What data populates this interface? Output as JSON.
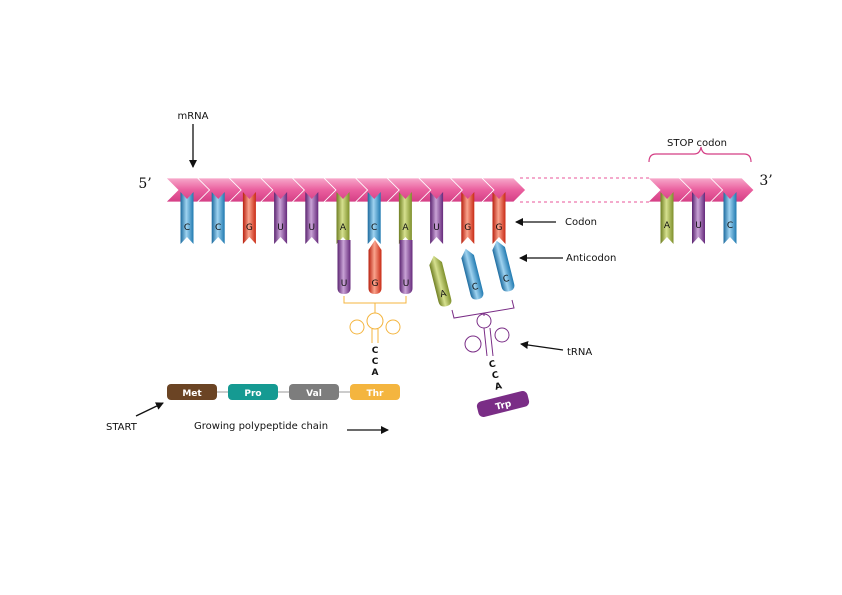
{
  "labels": {
    "mrna": "mRNA",
    "five_prime": "5’",
    "three_prime": "3’",
    "stop_codon": "STOP codon",
    "codon": "Codon",
    "anticodon": "Anticodon",
    "trna": "tRNA",
    "start": "START",
    "growing_chain": "Growing polypeptide chain"
  },
  "mrna_bases": [
    "C",
    "C",
    "G",
    "U",
    "U",
    "A",
    "C",
    "A",
    "U",
    "G",
    "G"
  ],
  "stop_bases": [
    "A",
    "U",
    "C"
  ],
  "trna_thr": {
    "anticodon": [
      "U",
      "G",
      "U"
    ],
    "acceptor": [
      "C",
      "C",
      "A"
    ],
    "amino_acid": "Thr",
    "color": "#f4b53f"
  },
  "trna_trp": {
    "anticodon": [
      "A",
      "C",
      "C"
    ],
    "acceptor": [
      "C",
      "C",
      "A"
    ],
    "amino_acid": "Trp",
    "color": "#7a2d86"
  },
  "polypeptide": [
    {
      "name": "Met",
      "color": "#6b4424"
    },
    {
      "name": "Pro",
      "color": "#159a92"
    },
    {
      "name": "Val",
      "color": "#7d7d7d"
    },
    {
      "name": "Thr",
      "color": "#f4b53f"
    }
  ],
  "base_colors": {
    "A": "#9aac3f",
    "C": "#2f8ec5",
    "G": "#e23a22",
    "U": "#7a3d8e"
  },
  "colors": {
    "mrna_backbone": "#e8559a",
    "mrna_backbone_light": "#f7a9cb"
  }
}
